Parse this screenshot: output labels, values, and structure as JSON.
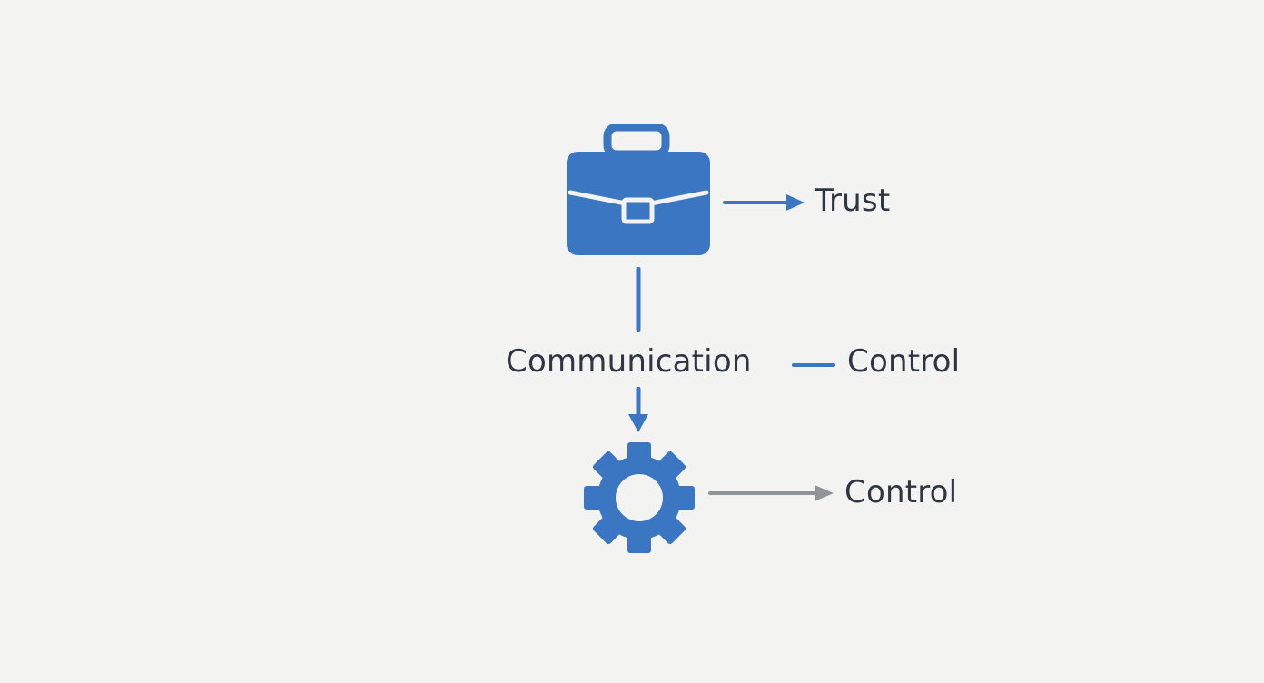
{
  "colors": {
    "background": "#f3f3f2",
    "primary": "#3b76c2",
    "secondary": "#8f9499",
    "text": "#2f3542"
  },
  "nodes": {
    "briefcase": {
      "icon": "briefcase-icon"
    },
    "trust": {
      "label": "Trust"
    },
    "communication": {
      "label": "Communication"
    },
    "control_1": {
      "label": "Control"
    },
    "gear": {
      "icon": "gear-icon"
    },
    "control_2": {
      "label": "Control"
    }
  }
}
